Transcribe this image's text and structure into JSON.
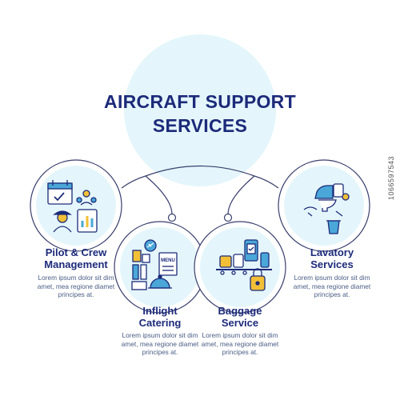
{
  "diagram": {
    "title_lines": [
      "AIRCRAFT SUPPORT",
      "SERVICES"
    ],
    "items": [
      {
        "label_lines": [
          "Pilot & Crew",
          "Management"
        ],
        "desc_lines": [
          "Lorem ipsum dolor sit dim",
          "amet, mea regione diamet",
          "principes at."
        ],
        "icon": "pilot-crew-icon"
      },
      {
        "label_lines": [
          "Inflight",
          "Catering"
        ],
        "desc_lines": [
          "Lorem ipsum dolor sit dim",
          "amet, mea regione diamet",
          "principes at."
        ],
        "icon": "catering-icon",
        "icon_text": "MENU"
      },
      {
        "label_lines": [
          "Baggage",
          "Service"
        ],
        "desc_lines": [
          "Lorem ipsum dolor sit dim",
          "amet, mea regione diamet",
          "principes at."
        ],
        "icon": "baggage-icon"
      },
      {
        "label_lines": [
          "Lavatory",
          "Services"
        ],
        "desc_lines": [
          "Lorem ipsum dolor sit dim",
          "amet, mea regione diamet",
          "principes at."
        ],
        "icon": "lavatory-icon"
      }
    ]
  },
  "watermark": "1066597543",
  "colors": {
    "title": "#1c2a7a",
    "text": "#4a5d85",
    "circle_fill": "#e4f6fb",
    "connector": "#3a3f6e",
    "icon_accent": "#f2c037",
    "icon_blue": "#4aa7d8",
    "icon_outline": "#1c2a7a"
  }
}
